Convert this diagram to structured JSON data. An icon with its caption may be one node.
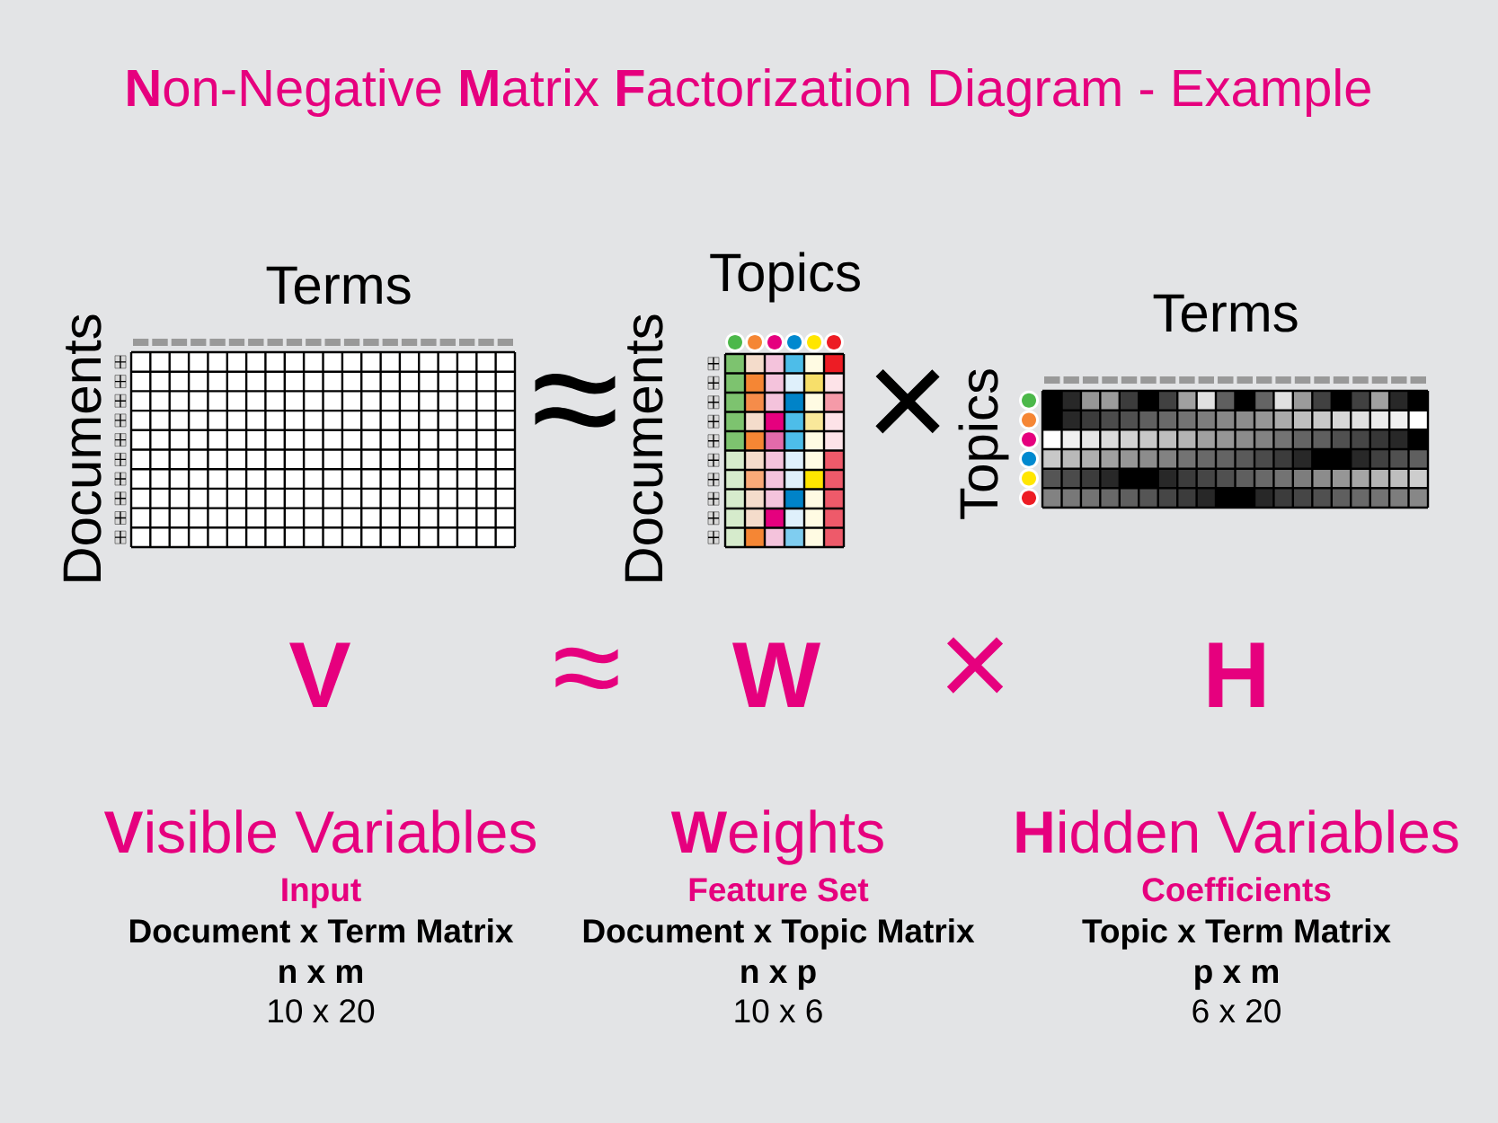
{
  "diagram": {
    "title": "**N**on-Negative **M**atrix **F**actorization Diagram - Example",
    "labels": [
      "Terms",
      "Documents",
      "≈",
      "Topics",
      "Documents",
      "×",
      "Terms",
      "Topics",
      "V",
      "≈",
      "W",
      "×",
      "H",
      "**V**isible Variables",
      "**W**eights",
      "**H**idden Variables",
      "Input",
      "Feature Set",
      "Coefficients",
      "Document x Term Matrix",
      "Document x Topic Matrix",
      "Topic x Term Matrix",
      "n x m",
      "n x p",
      "p x m",
      "10 x 20",
      "10 x 6",
      "6 x 20"
    ]
  }
}
